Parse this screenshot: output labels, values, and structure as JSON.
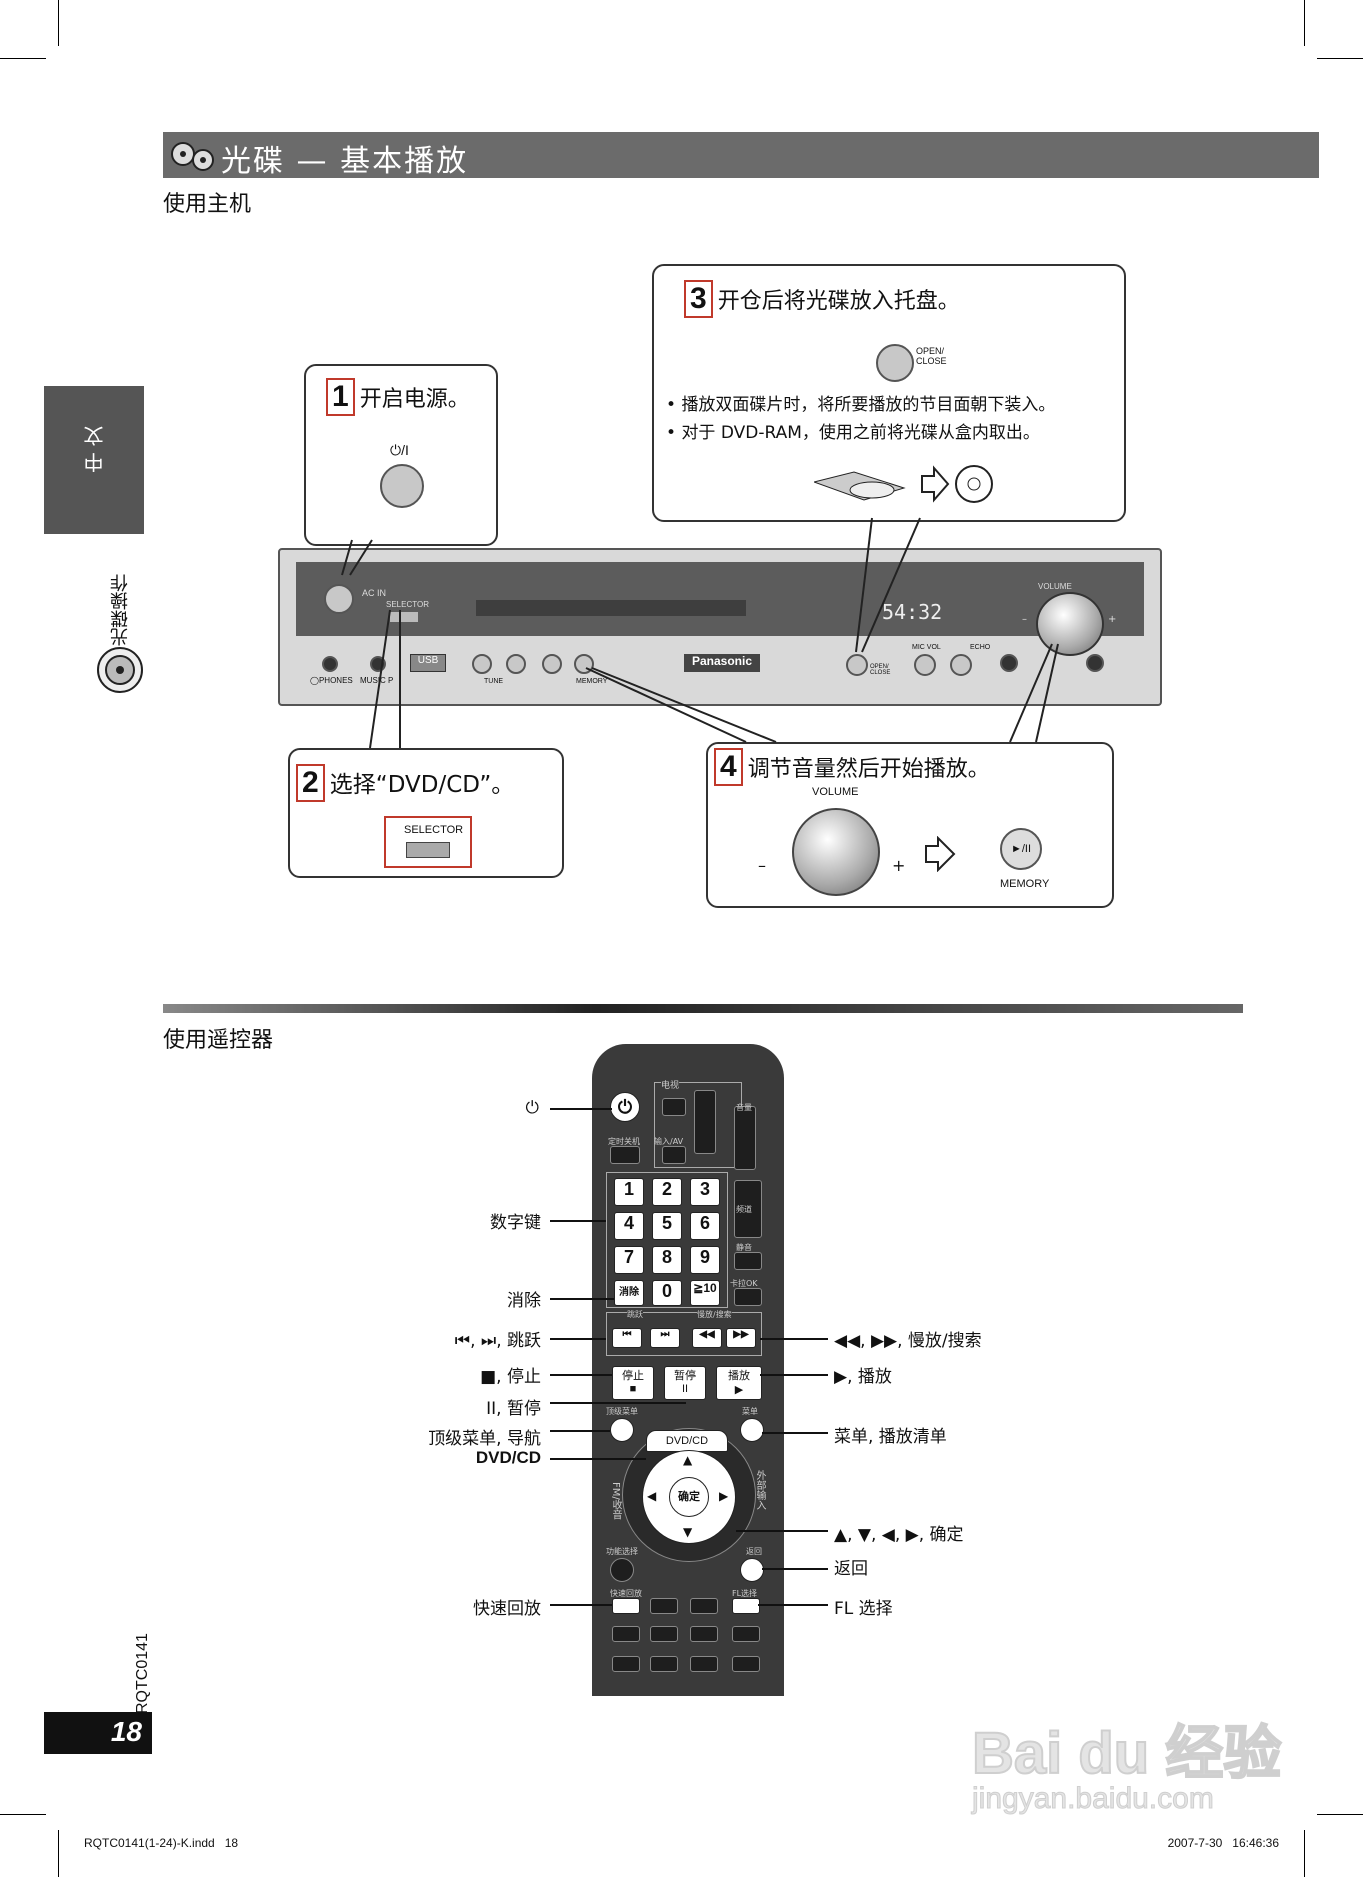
{
  "header": {
    "title": "光碟 — 基本播放",
    "section1": "使用主机",
    "section2": "使用遥控器"
  },
  "sidebar": {
    "lang": "中 文",
    "section": "光碟操作",
    "doc_code": "RQTC0141",
    "page_number": "18"
  },
  "steps": [
    {
      "num": "1",
      "text": "开启电源。",
      "button_label": "⏻/I"
    },
    {
      "num": "2",
      "text": "选择“DVD/CD”。",
      "button_label": "SELECTOR"
    },
    {
      "num": "3",
      "text": "开仓后将光碟放入托盘。",
      "button_label": "OPEN/ CLOSE",
      "notes": [
        "播放双面碟片时，将所要播放的节目面朝下装入。",
        "对于 DVD-RAM，使用之前将光碟从盒内取出。"
      ]
    },
    {
      "num": "4",
      "text": "调节音量然后开始播放。",
      "volume_label": "VOLUME",
      "minus": "–",
      "plus": "+",
      "memory_label": "MEMORY",
      "play_glyph": "►/II"
    }
  ],
  "unit": {
    "display": "54:32",
    "brand": "Panasonic",
    "ac_in": "AC IN",
    "selector": "SELECTOR",
    "volume": "VOLUME",
    "phones": "◯PHONES",
    "music_p": "MUSIC P",
    "usb": "USB",
    "tune": "TUNE",
    "memory": "MEMORY",
    "open_close": "OPEN/ CLOSE",
    "mic_vol": "MIC VOL",
    "echo": "ECHO",
    "minus": "–",
    "plus": "+"
  },
  "remote_labels_left": [
    "⏻",
    "数字键",
    "消除",
    "⏮, ⏭, 跳跃",
    "■, 停止",
    "II, 暂停",
    "顶级菜单, 导航",
    "DVD/CD",
    "快速回放"
  ],
  "remote_labels_right": [
    "◀◀, ▶▶, 慢放/搜索",
    "▶, 播放",
    "菜单, 播放清单",
    "▲, ▼, ◀, ▶, 确定",
    "返回",
    "FL 选择"
  ],
  "remote": {
    "tv_label": "电视",
    "digits": [
      "1",
      "2",
      "3",
      "4",
      "5",
      "6",
      "7",
      "8",
      "9",
      "消除",
      "0",
      "≧10"
    ],
    "skip": "跳跃",
    "slow": "慢放/搜索",
    "stop": "停止",
    "pause": "暂停",
    "play": "播放",
    "dvd_cd": "DVD/CD",
    "enter": "确定",
    "fm": "FM/收音",
    "ext": "外部输入",
    "top_menu": "顶级菜单",
    "menu": "菜单",
    "return": "返回",
    "fl": "FL选择",
    "quick": "快速回放",
    "mute": "静音",
    "karaoke": "卡拉OK",
    "channel": "频道",
    "timer": "定时关机",
    "input_av": "输入/AV",
    "func": "功能选择",
    "volume_tag": "音量"
  },
  "footer": {
    "file": "RQTC0141(1-24)-K.indd   18",
    "date": "2007-7-30   16:46:36"
  },
  "watermark": {
    "text": "Bai du 经验",
    "url": "jingyan.baidu.com"
  }
}
